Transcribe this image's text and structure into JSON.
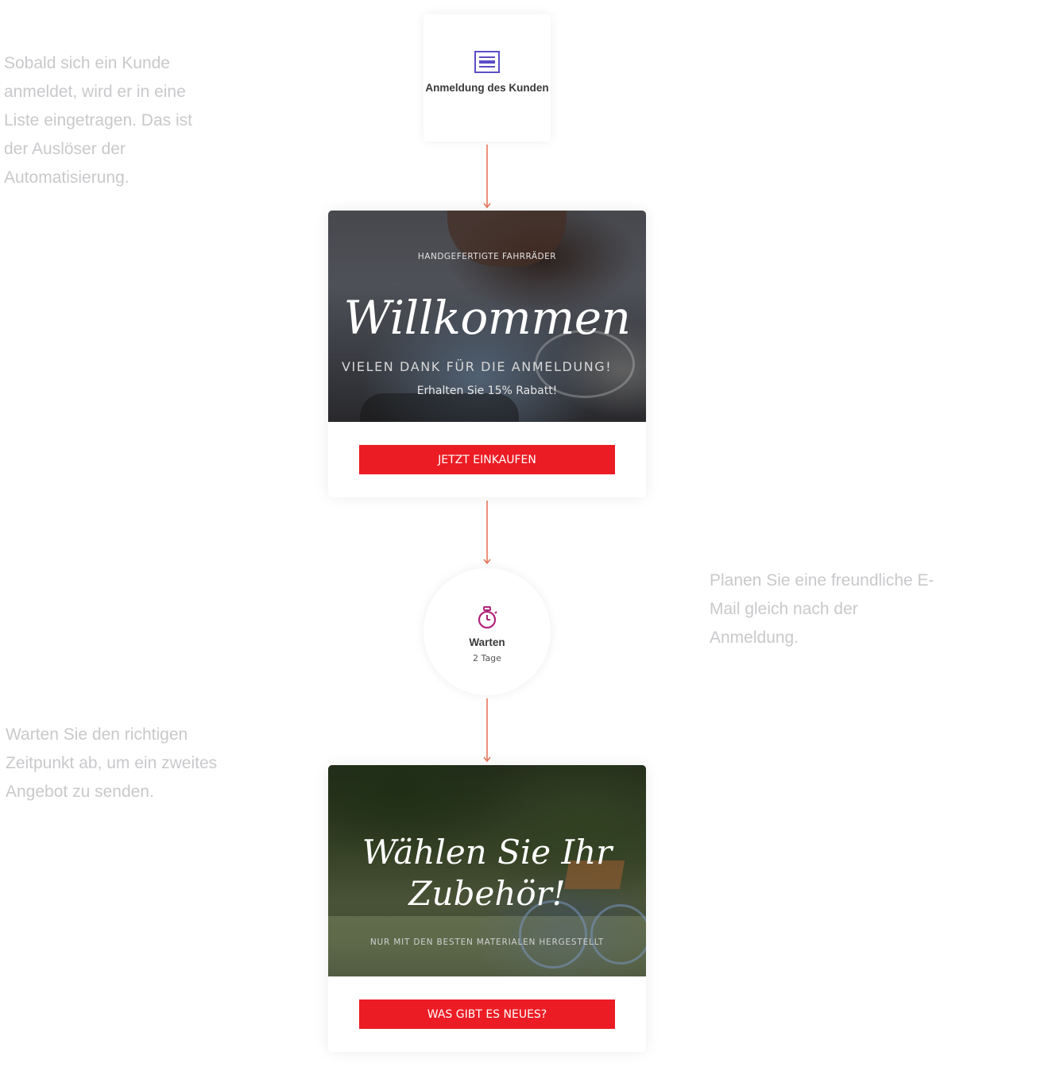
{
  "notes": {
    "trigger_explanation": "Sobald sich ein Kunde anmeldet, wird er in eine Liste eingetragen. Das ist der Auslöser der Automatisierung.",
    "schedule_explanation": "Planen Sie eine freundliche E-Mail gleich nach der Anmeldung.",
    "wait_explanation": "Warten Sie den richtigen Zeitpunkt ab, um ein zweites Angebot zu senden."
  },
  "trigger": {
    "icon": "form-icon",
    "label": "Anmeldung des Kunden",
    "icon_color": "#5b4fc6"
  },
  "email_welcome": {
    "eyebrow": "HANDGEFERTIGTE FAHRRÄDER",
    "headline": "Willkommen",
    "subline": "VIELEN DANK FÜR DIE ANMELDUNG!",
    "offer": "Erhalten Sie 15% Rabatt!",
    "cta_label": "JETZT EINKAUFEN"
  },
  "wait_step": {
    "icon": "stopwatch-icon",
    "label": "Warten",
    "duration": "2 Tage",
    "icon_color": "#b0247c"
  },
  "email_accessories": {
    "headline": "Wählen Sie Ihr Zubehör!",
    "tagline": "NUR MIT DEN BESTEN MATERIALEN HERGESTELLT",
    "cta_label": "WAS GIBT ES NEUES?"
  },
  "colors": {
    "connector": "#e8765a",
    "cta_background": "#ec1c24",
    "note_text": "#c9c9cc"
  }
}
